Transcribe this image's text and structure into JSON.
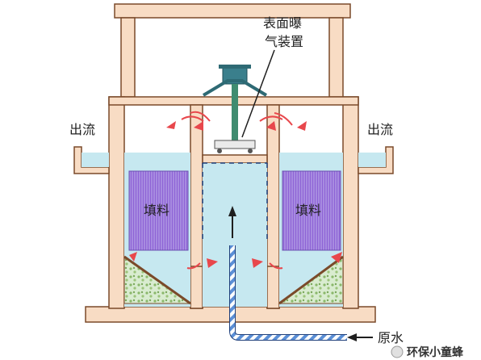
{
  "labels": {
    "aerator_line1": "表面曝",
    "aerator_line2": "气装置",
    "outflow_left": "出流",
    "outflow_right": "出流",
    "media_left": "填料",
    "media_right": "填料",
    "raw_water": "原水"
  },
  "watermark": {
    "text": "环保小童蜂"
  },
  "colors": {
    "structure_fill": "#f8dcc4",
    "structure_stroke": "#7a4a2a",
    "water": "#c6e8f0",
    "media": "#a78be0",
    "media_stripe": "#8e63d6",
    "settled_sludge": "#d9ecd0",
    "sludge_dots": "#8ab86a",
    "flow_arrow": "#e8474c",
    "pipe": "#5b8fd6",
    "aerator_motor": "#3a7f8c"
  }
}
